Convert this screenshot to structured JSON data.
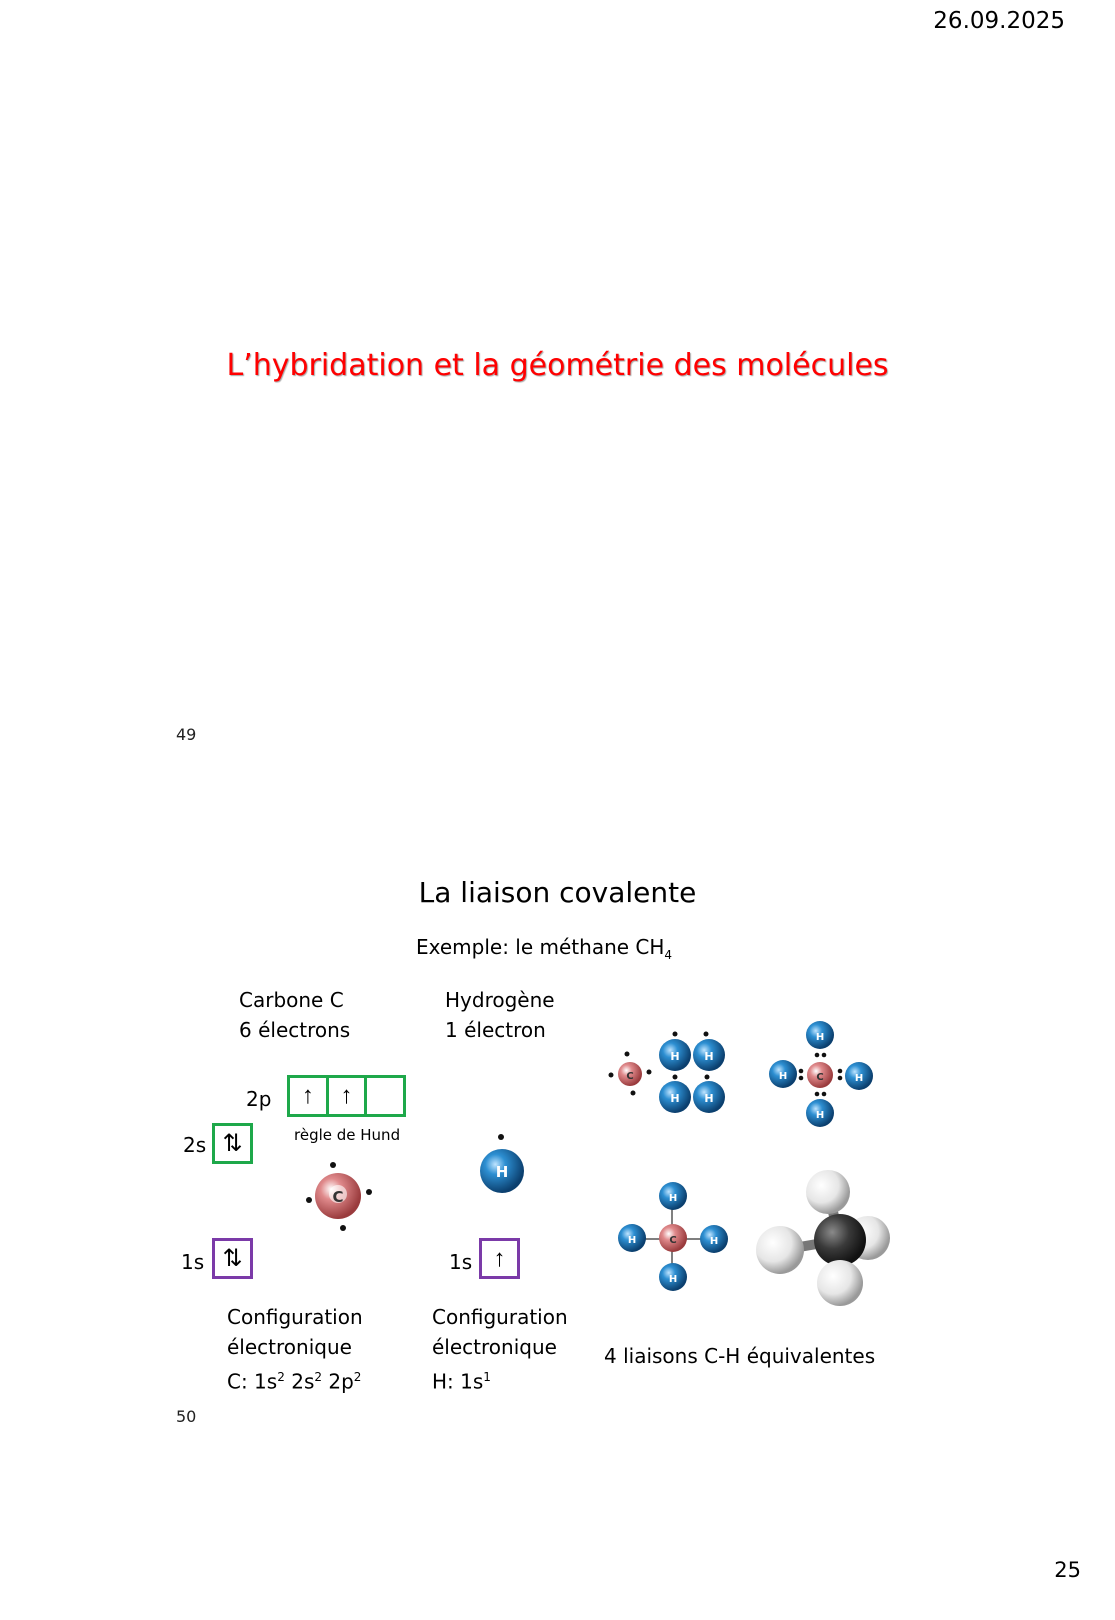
{
  "header": {
    "date": "26.09.2025"
  },
  "footer": {
    "page_number": "25"
  },
  "slide1": {
    "title": "L’hybridation et la géométrie des molécules",
    "number": "49"
  },
  "slide2": {
    "title": "La liaison covalente",
    "example_prefix": "Exemple: le méthane CH",
    "example_sub": "4",
    "carbon": {
      "line1": "Carbone C",
      "line2": "6 électrons"
    },
    "hydrogen": {
      "line1": "Hydrogène",
      "line2": "1 électron"
    },
    "orbital_labels": {
      "p2": "2p",
      "s2": "2s",
      "s1": "1s",
      "h_s1": "1s"
    },
    "orbital_arrows": {
      "up": "↑",
      "pair": "⇅"
    },
    "hund": "règle de Hund",
    "atom_labels": {
      "carbon": "C",
      "hydrogen": "H"
    },
    "config_c": {
      "line1": "Configuration",
      "line2": "électronique",
      "prefix": "C: 1s",
      "s1": "2",
      "mid1": " 2s",
      "s2": "2",
      "mid2": " 2p",
      "s3": "2"
    },
    "config_h": {
      "line1": "Configuration",
      "line2": "électronique",
      "prefix": "H: 1s",
      "s1": "1"
    },
    "bonds": "4 liaisons C-H équivalentes",
    "number": "50"
  },
  "colors": {
    "title_red": "#ff0000",
    "green_box": "#1ea84a",
    "purple_box": "#7b3aa8",
    "h_blue": "#1a6fb0",
    "c_red": "#d9686a"
  }
}
